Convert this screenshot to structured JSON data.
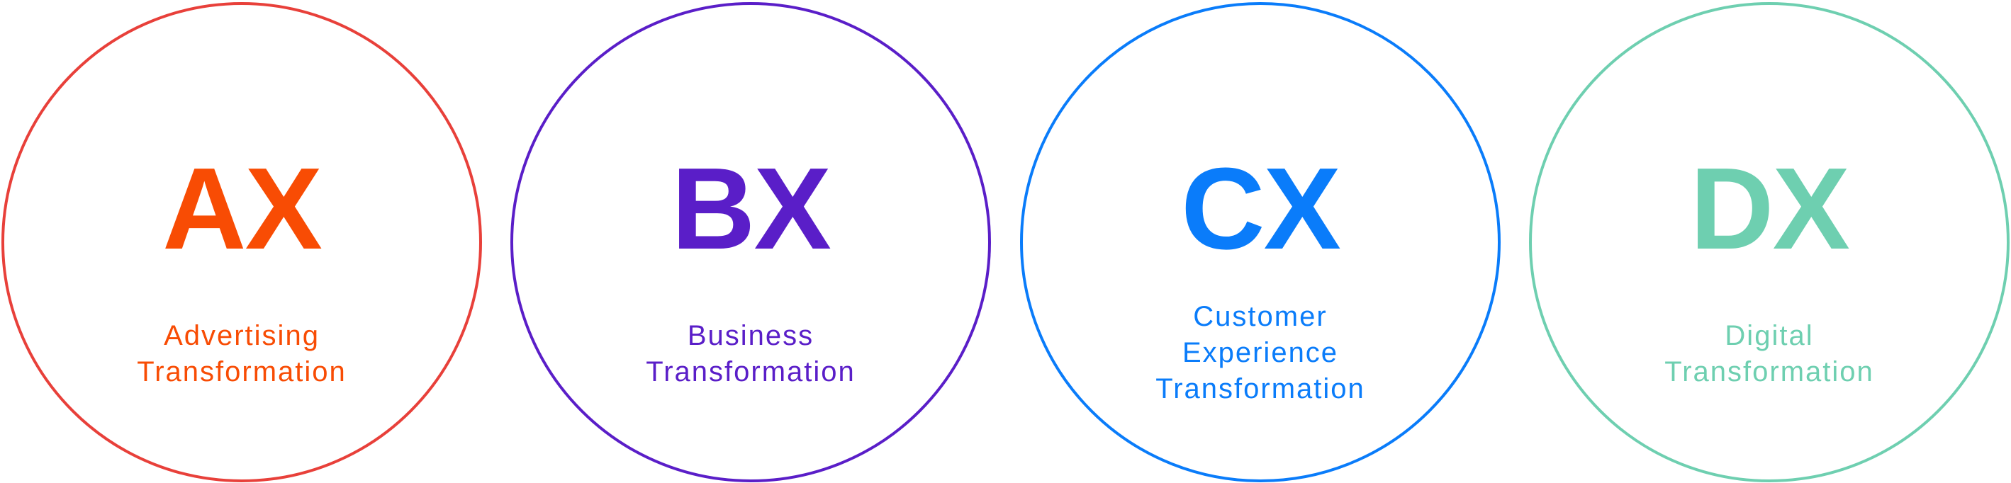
{
  "items": [
    {
      "abbr": "AX",
      "lines": [
        "Advertising",
        "Transformation"
      ],
      "text_color": "#F84C04",
      "circle_color": "#E8403A"
    },
    {
      "abbr": "BX",
      "lines": [
        "Business",
        "Transformation"
      ],
      "text_color": "#5A1EC8",
      "circle_color": "#5A1EC8"
    },
    {
      "abbr": "CX",
      "lines": [
        "Customer",
        "Experience",
        "Transformation"
      ],
      "text_color": "#0A7CFA",
      "circle_color": "#0A7CFA"
    },
    {
      "abbr": "DX",
      "lines": [
        "Digital",
        "Transformation"
      ],
      "text_color": "#6ECFB0",
      "circle_color": "#6ECFB0"
    }
  ]
}
